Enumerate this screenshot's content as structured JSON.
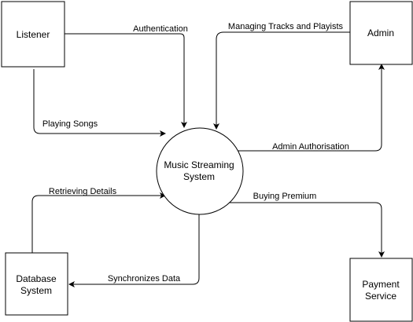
{
  "nodes": {
    "listener": {
      "label": "Listener"
    },
    "admin": {
      "label": "Admin"
    },
    "system": {
      "line1": "Music Streaming",
      "line2": "System"
    },
    "database": {
      "line1": "Database",
      "line2": "System"
    },
    "payment": {
      "line1": "Payment",
      "line2": "Service"
    }
  },
  "edges": {
    "authentication": "Authentication",
    "managing": "Managing Tracks and Playists",
    "playing": "Playing Songs",
    "admin_auth": "Admin Authorisation",
    "retrieving": "Retrieving Details",
    "buying": "Buying Premium",
    "sync": "Synchronizes Data"
  },
  "colors": {
    "stroke": "#000000",
    "fill": "#ffffff",
    "text": "#000000"
  }
}
